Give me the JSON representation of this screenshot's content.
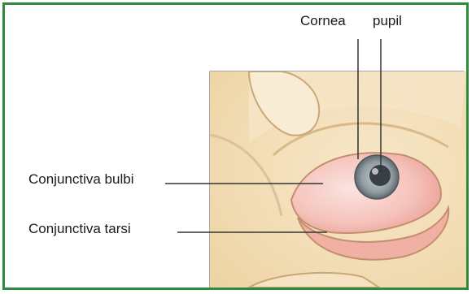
{
  "labels": {
    "cornea": "Cornea",
    "pupil": "pupil",
    "conjunctiva_bulbi": "Conjunctiva bulbi",
    "conjunctiva_tarsi": "Conjunctiva tarsi"
  },
  "colors": {
    "border": "#2f8a3e",
    "skin": "#f3dfb8",
    "conjunctiva": "#f2b3ac",
    "iris": "#8e9aa0",
    "pupil": "#3a3f44",
    "leader_line": "#333333"
  }
}
